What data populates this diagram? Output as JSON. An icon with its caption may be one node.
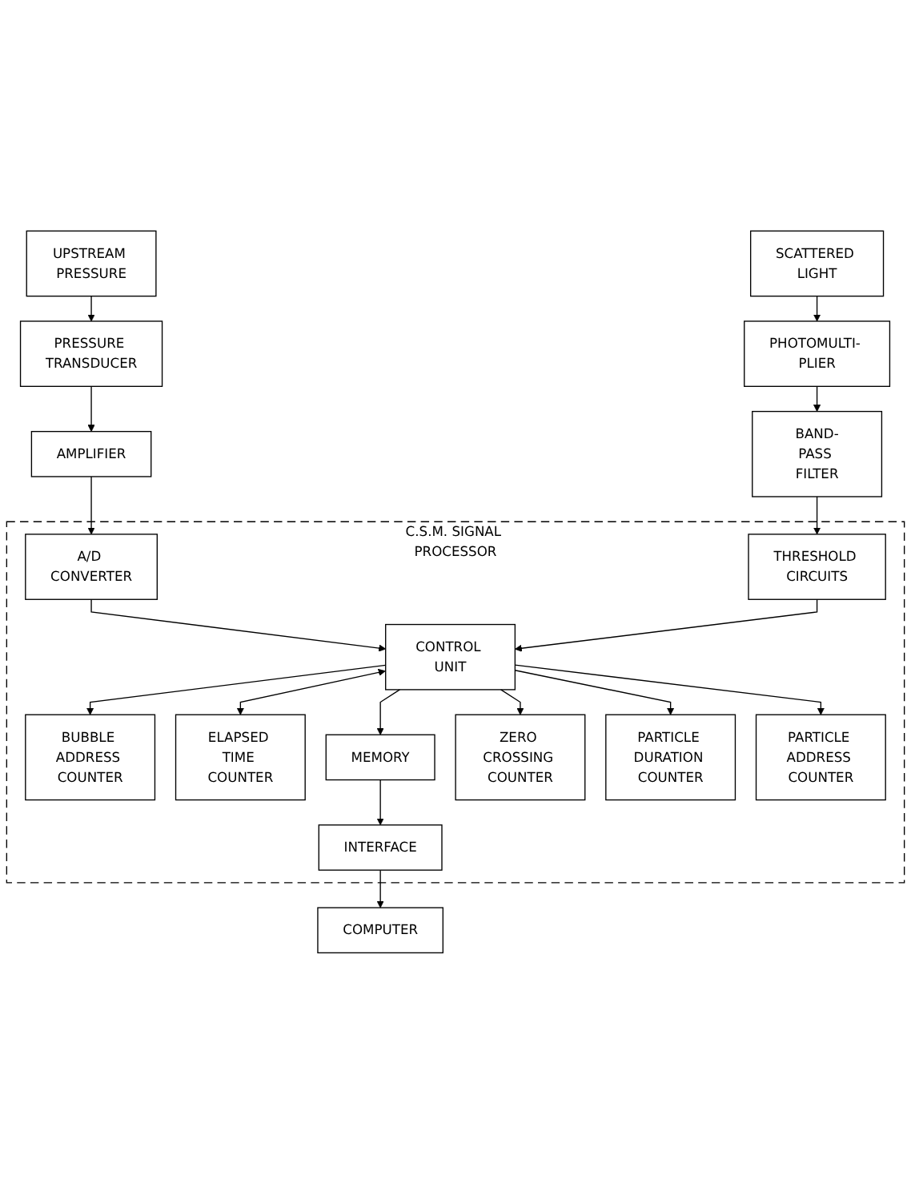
{
  "diagram": {
    "nodes": [
      {
        "text": [
          "UPSTREAM PRESSURE"
        ]
      },
      {
        "text": [
          "SCATTERED LIGHT"
        ]
      },
      {
        "text": [
          "PRESSURE TRANSDUCER"
        ]
      },
      {
        "text": [
          "PHOTOMULTI- PLIER"
        ]
      },
      {
        "text": [
          "AMPLIFIER"
        ]
      },
      {
        "text": [
          "BAND-PASS FILTER"
        ]
      },
      {
        "text": [
          "C.S.M. SIGNAL PROCESSOR"
        ]
      },
      {
        "text": [
          "A/D CONVERTER"
        ],
        "in": 6
      },
      {
        "text": [
          "THRESHOLD CIRCUITS"
        ],
        "in": 6
      },
      {
        "text": [
          "BUBBLE ADDRESS COUNTER"
        ],
        "in": 6
      },
      {
        "text": [
          "CONTROL UNIT"
        ],
        "in": 6
      },
      {
        "text": [
          "ELAPSED TIME COUNTER"
        ],
        "in": 6
      },
      {
        "text": [
          "MEMORY"
        ],
        "in": 6
      },
      {
        "text": [
          "ZERO CROSSING COUNTER"
        ],
        "in": 6
      },
      {
        "text": [
          "INTERFACE"
        ],
        "in": 6
      },
      {
        "text": [
          "PARTICLE DURATION COUNTER"
        ],
        "in": 6
      },
      {
        "text": [
          "PARTICLE ADDRESS COUNTER"
        ],
        "in": 6
      },
      {
        "text": [
          "COMPUTER"
        ]
      }
    ],
    "edges": [
      {
        "from": 0,
        "to": 2,
        "arrow": "to"
      },
      {
        "from": 2,
        "to": 4,
        "arrow": "to"
      },
      {
        "from": 4,
        "to": 7,
        "arrow": "to"
      },
      {
        "from": 1,
        "to": 3,
        "arrow": "to"
      },
      {
        "from": 3,
        "to": 5,
        "arrow": "to"
      },
      {
        "from": 5,
        "to": 8,
        "arrow": "to"
      },
      {
        "from": 7,
        "to": 10,
        "arrow": "to"
      },
      {
        "from": 8,
        "to": 10,
        "arrow": "to"
      },
      {
        "from": 10,
        "to": 9,
        "arrow": "to"
      },
      {
        "from": 10,
        "to": 11,
        "arrow": "both"
      },
      {
        "from": 10,
        "to": 13,
        "arrow": "to"
      },
      {
        "from": 10,
        "to": 15,
        "arrow": "to"
      },
      {
        "from": 10,
        "to": 16,
        "arrow": "to"
      },
      {
        "from": 10,
        "to": 12,
        "arrow": "to"
      },
      {
        "from": 12,
        "to": 14,
        "arrow": "to"
      },
      {
        "from": 14,
        "to": 17,
        "arrow": "to"
      }
    ]
  }
}
